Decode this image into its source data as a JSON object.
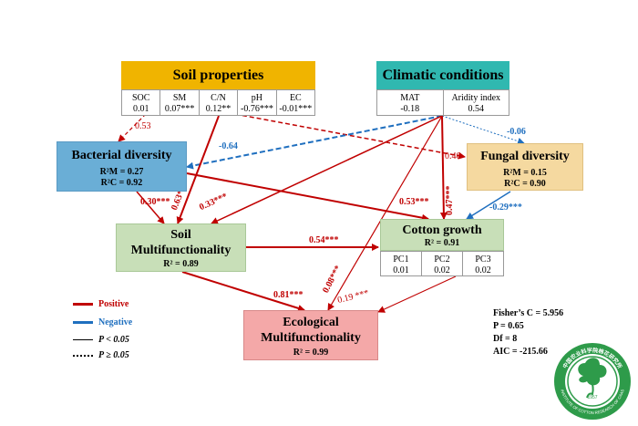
{
  "soil_properties": {
    "title": "Soil properties",
    "vars": [
      {
        "name": "SOC",
        "value": "0.01"
      },
      {
        "name": "SM",
        "value": "0.07***"
      },
      {
        "name": "C/N",
        "value": "0.12**"
      },
      {
        "name": "pH",
        "value": "-0.76***"
      },
      {
        "name": "EC",
        "value": "-0.01***"
      }
    ]
  },
  "climatic_conditions": {
    "title": "Climatic conditions",
    "vars": [
      {
        "name": "MAT",
        "value": "-0.18"
      },
      {
        "name": "Aridity index",
        "value": "0.54"
      }
    ]
  },
  "bacterial_diversity": {
    "title": "Bacterial diversity",
    "r2m": "R²M = 0.27",
    "r2c": "R²C = 0.92"
  },
  "fungal_diversity": {
    "title": "Fungal diversity",
    "r2m": "R²M = 0.15",
    "r2c": "R²C = 0.90"
  },
  "soil_multifunctionality": {
    "title_line1": "Soil",
    "title_line2": "Multifunctionality",
    "r2": "R² = 0.89"
  },
  "cotton_growth": {
    "title": "Cotton growth",
    "r2": "R² = 0.91",
    "vars": [
      {
        "name": "PC1",
        "value": "0.01"
      },
      {
        "name": "PC2",
        "value": "0.02"
      },
      {
        "name": "PC3",
        "value": "0.02"
      }
    ]
  },
  "ecological_multifunctionality": {
    "title_line1": "Ecological",
    "title_line2": "Multifunctionality",
    "r2": "R² = 0.99"
  },
  "path_labels": {
    "soil_to_bact": "0.53",
    "clim_to_bact": "-0.64",
    "clim_to_fung": "-0.06",
    "soil_to_fung": "0.46",
    "bact_to_soilmf": "0.30***",
    "cn_to_soilmf": "0.63***",
    "clim_to_soilmf": "0.33***",
    "bact_to_cotton": "0.53***",
    "clim_to_cotton": "0.47***",
    "fung_to_cotton": "-0.29***",
    "soilmf_to_cotton": "0.54***",
    "soilmf_to_ecomf": "0.81***",
    "clim_to_ecomf": "0.08***",
    "cotton_to_ecomf": "0.19 ***"
  },
  "legend": {
    "positive": "Positive",
    "negative": "Negative",
    "solid": "P < 0.05",
    "dotted": "P ≥ 0.05"
  },
  "stats": {
    "fisher": "Fisher’s C = 5.956",
    "p": "P = 0.65",
    "df": "Df = 8",
    "aic": "AIC = -215.66"
  },
  "logo": {
    "text_cn": "中国农业科学院棉花研究所",
    "text_en": "INSTITUTE OF COTTON RESEARCH OF CAAS",
    "year": "1957"
  },
  "colors": {
    "positive": "#c00000",
    "negative": "#1f6fbf",
    "soil_properties": "#f0b400",
    "climatic": "#30b8b0",
    "bacterial": "#6aaed6",
    "fungal": "#f5d9a0",
    "soil_mf": "#c8dfb8",
    "cotton": "#c8dfb8",
    "eco_mf": "#f4a8a8",
    "logo": "#2e9b4a"
  }
}
